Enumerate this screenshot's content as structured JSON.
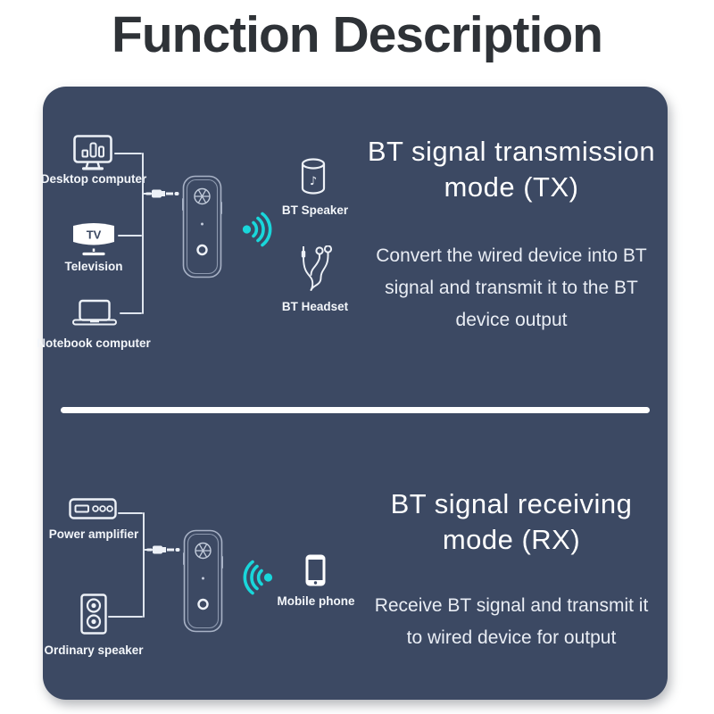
{
  "page": {
    "title": "Function Description"
  },
  "colors": {
    "panel_bg": "#3c4963",
    "accent_cyan": "#19d7db",
    "title_color": "#2e3237",
    "icon_line": "#edf1f7"
  },
  "tx": {
    "heading_line1": "BT signal transmission",
    "heading_line2": "mode (TX)",
    "description": "Convert the wired device into BT signal and transmit it to the BT device output",
    "sources": {
      "desktop": {
        "label": "Desktop computer",
        "icon": "desktop-computer-icon"
      },
      "tv": {
        "label": "Television",
        "icon": "television-icon",
        "screen_text": "TV"
      },
      "notebook": {
        "label": "Notebook computer",
        "icon": "notebook-computer-icon"
      }
    },
    "device": {
      "icon": "bt-adapter-icon"
    },
    "signal": {
      "icon": "bt-signal-icon",
      "direction": "right"
    },
    "targets": {
      "speaker": {
        "label": "BT Speaker",
        "icon": "bt-speaker-icon",
        "note_glyph": "♪"
      },
      "headset": {
        "label": "BT Headset",
        "icon": "bt-headset-icon"
      }
    }
  },
  "rx": {
    "heading_line1": "BT signal receiving",
    "heading_line2": "mode (RX)",
    "description": "Receive BT signal and transmit it to wired device for output",
    "sources": {
      "amplifier": {
        "label": "Power amplifier",
        "icon": "power-amplifier-icon"
      },
      "speaker": {
        "label": "Ordinary speaker",
        "icon": "ordinary-speaker-icon"
      }
    },
    "device": {
      "icon": "bt-adapter-icon"
    },
    "signal": {
      "icon": "bt-signal-icon",
      "direction": "left"
    },
    "targets": {
      "phone": {
        "label": "Mobile phone",
        "icon": "mobile-phone-icon"
      }
    }
  }
}
